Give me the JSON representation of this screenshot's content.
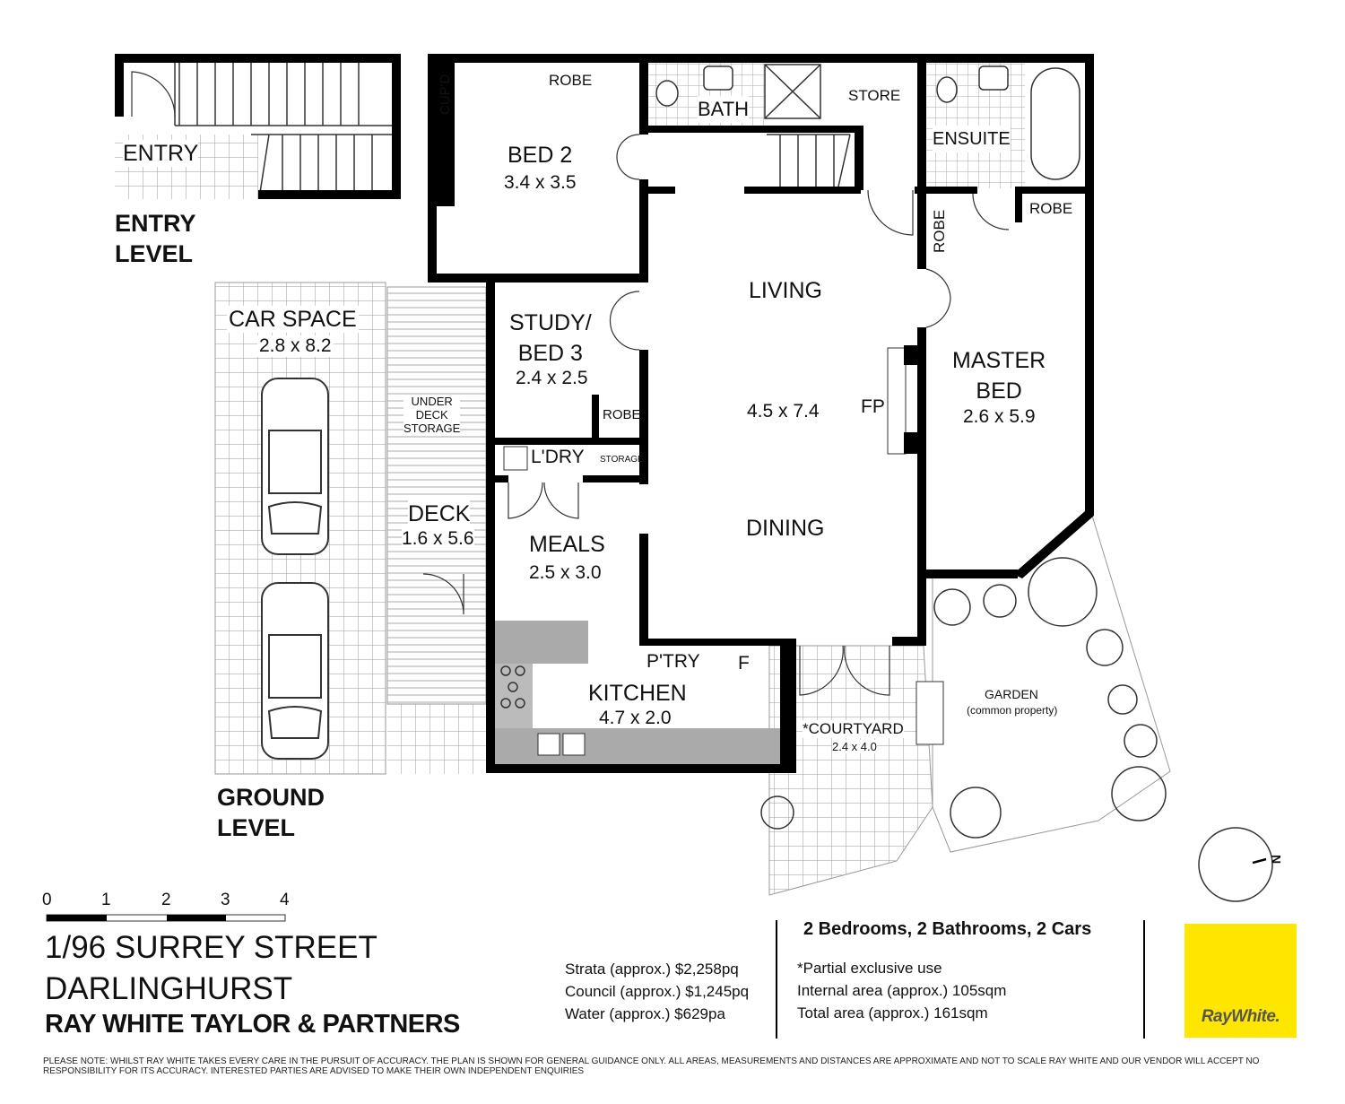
{
  "levels": {
    "entry": "ENTRY\nLEVEL",
    "ground": "GROUND\nLEVEL"
  },
  "rooms": {
    "entry": "ENTRY",
    "robe_bed2": "ROBE",
    "cupd": "CUP'D",
    "bath": "BATH",
    "store": "STORE",
    "ensuite": "ENSUITE",
    "robe_master_left": "ROBE",
    "robe_master_right": "ROBE",
    "bed2": {
      "name": "BED 2",
      "size": "3.4 x 3.5"
    },
    "living": {
      "name": "LIVING",
      "size": "4.5 x 7.4"
    },
    "fp": "FP",
    "master": {
      "name": "MASTER\nBED",
      "size": "2.6 x 5.9"
    },
    "car_space": {
      "name": "CAR SPACE",
      "size": "2.8 x 8.2"
    },
    "under_deck": "UNDER\nDECK\nSTORAGE",
    "study": {
      "name": "STUDY/\nBED 3",
      "size": "2.4 x 2.5"
    },
    "robe_study": "ROBE",
    "laundry": "L'DRY",
    "storage": "STORAGE",
    "deck": {
      "name": "DECK",
      "size": "1.6 x 5.6"
    },
    "meals": {
      "name": "MEALS",
      "size": "2.5 x 3.0"
    },
    "dining": "DINING",
    "pantry": "P'TRY",
    "fridge": "F",
    "kitchen": {
      "name": "KITCHEN",
      "size": "4.7 x 2.0"
    },
    "courtyard": {
      "name": "*COURTYARD",
      "size": "2.4 x 4.0"
    },
    "garden": {
      "name": "GARDEN",
      "note": "(common property)"
    }
  },
  "scale": {
    "ticks": [
      "0",
      "1",
      "2",
      "3",
      "4"
    ]
  },
  "compass": {
    "label": "N"
  },
  "address": {
    "line1": "1/96 SURREY STREET",
    "line2": "DARLINGHURST"
  },
  "agency": "RAY WHITE TAYLOR & PARTNERS",
  "costs": [
    "Strata (approx.) $2,258pq",
    "Council (approx.) $1,245pq",
    "Water (approx.) $629pa"
  ],
  "summary": {
    "headline": "2 Bedrooms, 2 Bathrooms, 2 Cars",
    "lines": [
      "*Partial exclusive use",
      "Internal area (approx.) 105sqm",
      "Total area (approx.) 161sqm"
    ]
  },
  "logo": {
    "text": "RayWhite.",
    "color": "#ffe600"
  },
  "disclaimer": "PLEASE NOTE: WHILST RAY WHITE TAKES EVERY CARE IN THE PURSUIT OF ACCURACY. THE PLAN IS SHOWN FOR GENERAL GUIDANCE ONLY. ALL AREAS, MEASUREMENTS AND DISTANCES ARE APPROXIMATE AND NOT TO SCALE RAY WHITE AND OUR VENDOR WILL ACCEPT NO RESPONSIBILITY FOR ITS ACCURACY. INTERESTED PARTIES ARE ADVISED TO MAKE THEIR OWN INDEPENDENT ENQUIRIES"
}
